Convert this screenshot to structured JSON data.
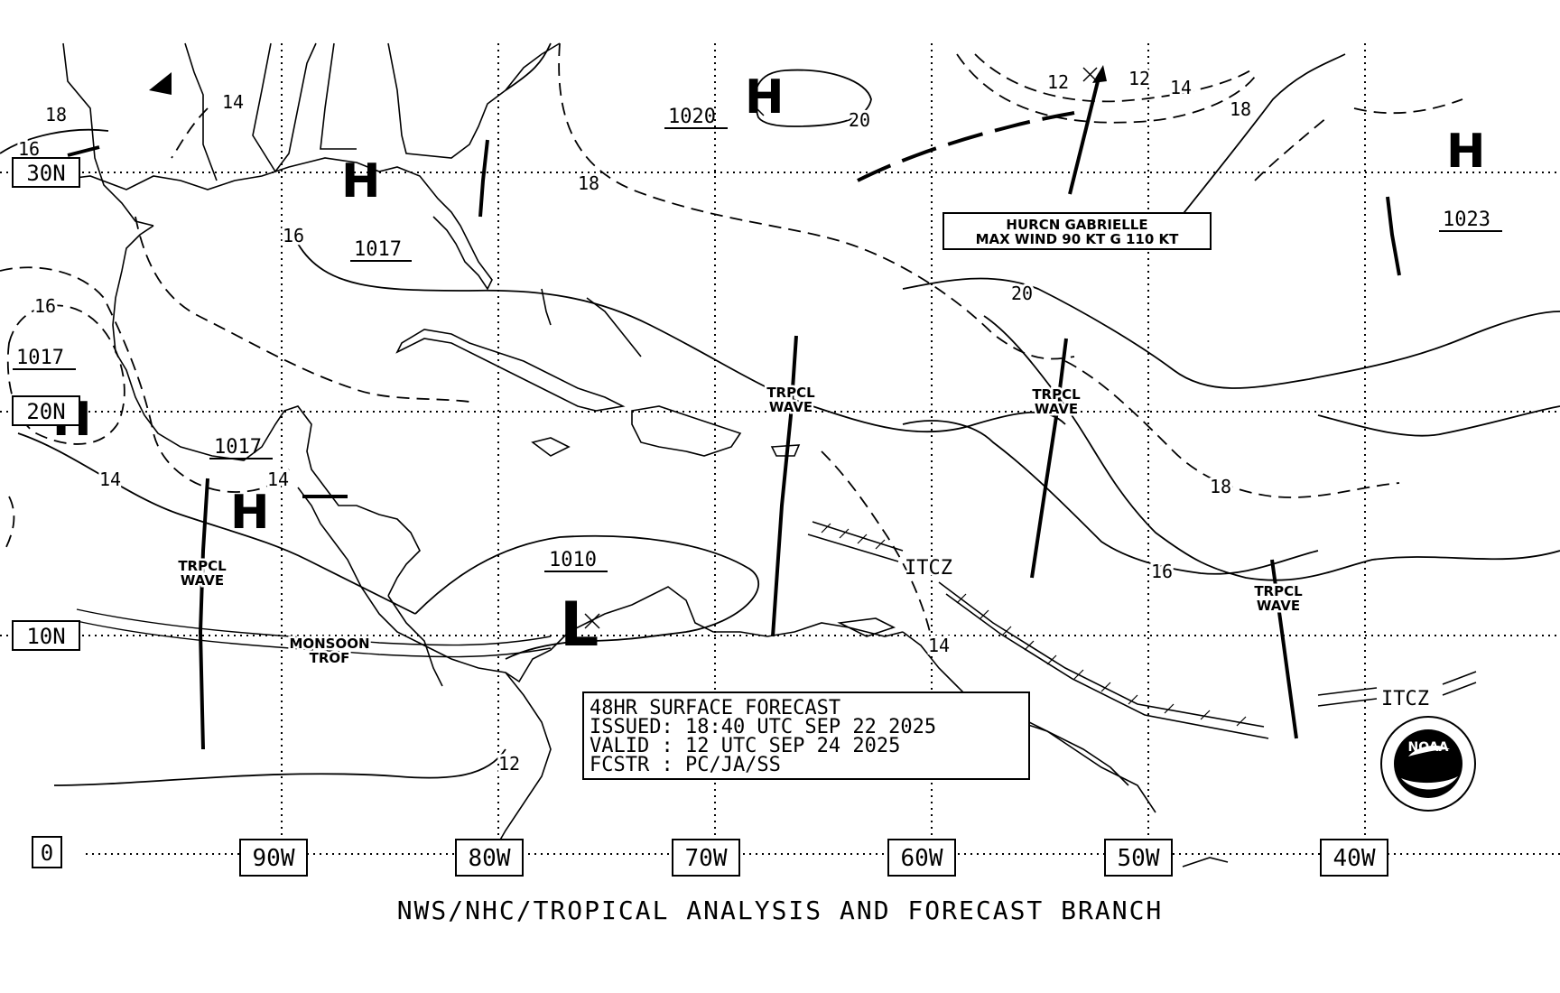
{
  "chart_title": "NWS/NHC/TROPICAL ANALYSIS AND FORECAST BRANCH",
  "forecast_box": {
    "line1": "48HR SURFACE FORECAST",
    "line2": "ISSUED: 18:40 UTC SEP 22 2025",
    "line3": "VALID : 12 UTC SEP 24 2025",
    "line4": "FCSTR : PC/JA/SS"
  },
  "hurricane_box": {
    "line1": "HURCN GABRIELLE",
    "line2": "MAX WIND 90 KT G 110 KT"
  },
  "longitude_labels": [
    "0",
    "90W",
    "80W",
    "70W",
    "60W",
    "50W",
    "40W"
  ],
  "latitude_labels": [
    "30N",
    "20N",
    "10N"
  ],
  "pressure_centers": [
    {
      "symbol": "H",
      "pressure": "1020"
    },
    {
      "symbol": "H",
      "pressure": "1017"
    },
    {
      "symbol": "H",
      "pressure": "1017"
    },
    {
      "symbol": "H",
      "pressure": "1017"
    },
    {
      "symbol": "H",
      "pressure": "1023"
    },
    {
      "symbol": "L",
      "pressure": "1010"
    }
  ],
  "isobar_labels": [
    "14",
    "18",
    "16",
    "16",
    "14",
    "14",
    "20",
    "18",
    "16",
    "12",
    "14",
    "18",
    "20",
    "18",
    "16",
    "14",
    "12"
  ],
  "feature_labels": {
    "trpcl_wave": [
      "TRPCL",
      "WAVE"
    ],
    "itcz": "ITCZ",
    "monsoon_trof": [
      "MONSOON",
      "TROF"
    ]
  },
  "noaa_logo_text": "NOAA",
  "colors": {
    "ink": "#000000",
    "background": "#ffffff"
  }
}
